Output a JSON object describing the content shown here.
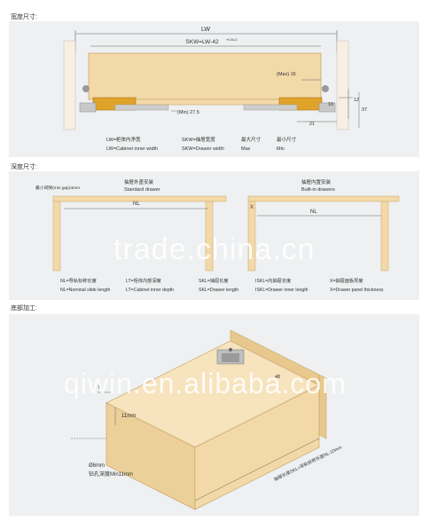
{
  "sections": {
    "width": "宽度尺寸:",
    "depth": "深度尺寸:",
    "bottom": "底部加工:"
  },
  "fig1": {
    "lw": "LW",
    "skw": "SKW=LW-42",
    "skw_tol": "+0.5/-0",
    "max16": "(Max) 16",
    "min275": "(Min) 27.5",
    "d10": "10",
    "d12": "12",
    "d21": "21",
    "d37": "37",
    "leg_lw_cn": "LW=柜体内净宽",
    "leg_lw_en": "LW=Cabinet inner width",
    "leg_skw_cn": "SKW=抽屉宽度",
    "leg_skw_en": "SKW=Drawer width",
    "leg_max_cn": "最大尺寸",
    "leg_max_en": "Max",
    "leg_min_cn": "最小尺寸",
    "leg_min_en": "Min"
  },
  "fig2": {
    "gap": "最小间隙(min gap)4mm",
    "standard_cn": "抽屉外盖安装",
    "standard_en": "Standard drawer",
    "builtin_cn": "抽屉内置安装",
    "builtin_en": "Built-in drawers",
    "nl1": "NL",
    "nl2": "NL",
    "x": "X",
    "leg": [
      {
        "cn": "NL=导轨标称长度",
        "en": "NL=Nominal slide length"
      },
      {
        "cn": "LT=柜体内部深度",
        "en": "LT=Cabinet inner depth"
      },
      {
        "cn": "SKL=抽屉长度",
        "en": "SKL=Drawer length"
      },
      {
        "cn": "ISKL=内抽屉长度",
        "en": "ISKL=Drawer inner length"
      },
      {
        "cn": "X=抽屉面板厚度",
        "en": "X=Drawer panel thickness"
      }
    ]
  },
  "fig3": {
    "dim7": "7",
    "dim11": "11mm",
    "dim48": "48",
    "hole": "Ø6mm",
    "depth_cn": "钻孔深度Min11mm",
    "length": "抽屉长度SKL=导轨标称长度NL-10mm"
  },
  "watermarks": {
    "trade": "trade.china.cn",
    "qiwin": "qiwin.en.alibaba.com"
  },
  "colors": {
    "panel": "#eef0f1",
    "wood": "#f3d9a8",
    "wood_dark": "#d9b77a",
    "line": "#666666",
    "gold": "#e0a32a"
  }
}
